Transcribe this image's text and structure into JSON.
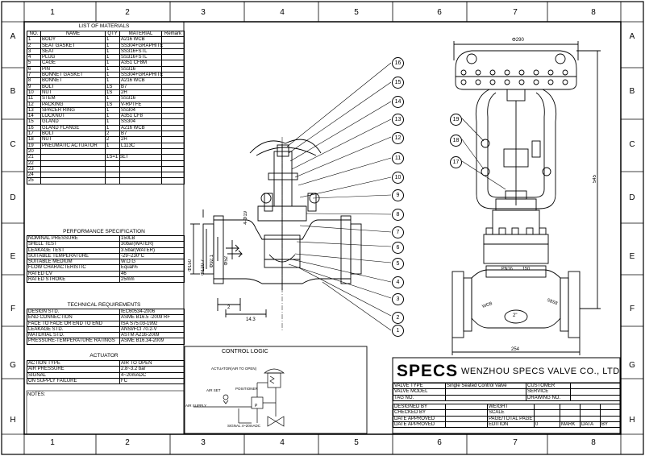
{
  "grid": {
    "columns": [
      "1",
      "2",
      "3",
      "4",
      "5",
      "6",
      "7",
      "8"
    ],
    "rows": [
      "A",
      "B",
      "C",
      "D",
      "E",
      "F",
      "G",
      "H"
    ]
  },
  "bom": {
    "title": "LIST OF MATERIALS",
    "headers": [
      "NO.",
      "NAME",
      "QTY",
      "MATERIAL",
      "Remark"
    ],
    "rows": [
      [
        "1",
        "BODY",
        "1",
        "A216 WCB",
        ""
      ],
      [
        "2",
        "SEAT GASKET",
        "1",
        "SS304+GRAPHITE",
        ""
      ],
      [
        "3",
        "SEAT",
        "1",
        "SS316+STL",
        ""
      ],
      [
        "4",
        "PLUG",
        "1",
        "SS316+STL",
        ""
      ],
      [
        "5",
        "CAGE",
        "1",
        "A351 CF8M",
        ""
      ],
      [
        "6",
        "PIN",
        "1",
        "SS316",
        ""
      ],
      [
        "7",
        "BONNET GASKET",
        "1",
        "SS304+GRAPHITE",
        ""
      ],
      [
        "8",
        "BONNET",
        "1",
        "A216 WCB",
        ""
      ],
      [
        "9",
        "BOLT",
        "1S",
        "B7",
        ""
      ],
      [
        "10",
        "NUT",
        "1S",
        "2H",
        ""
      ],
      [
        "11",
        "STEM",
        "1",
        "SS316",
        ""
      ],
      [
        "12",
        "PACKING",
        "1S",
        "V-RPTFE",
        ""
      ],
      [
        "13",
        "SPACER RING",
        "1",
        "SS304",
        ""
      ],
      [
        "14",
        "LOCKNUT",
        "1",
        "A351 CF8",
        ""
      ],
      [
        "15",
        "GLAND",
        "1",
        "SS304",
        ""
      ],
      [
        "16",
        "GLAND FLANGE",
        "1",
        "A216 WCB",
        ""
      ],
      [
        "17",
        "BOLT",
        "2",
        "B7",
        ""
      ],
      [
        "18",
        "NUT",
        "2",
        "2H",
        ""
      ],
      [
        "19",
        "PNEUMATIC ACTUATOR",
        "1",
        "L113C",
        ""
      ],
      [
        "20",
        "",
        "",
        "",
        ""
      ],
      [
        "21",
        "",
        "1S=1 SET",
        "",
        ""
      ],
      [
        "22",
        "",
        "",
        "",
        ""
      ],
      [
        "23",
        "",
        "",
        "",
        ""
      ],
      [
        "24",
        "",
        "",
        "",
        ""
      ],
      [
        "25",
        "",
        "",
        "",
        ""
      ]
    ]
  },
  "performance": {
    "title": "PERFORMANCE SPECIFICATION",
    "rows": [
      [
        "NOMINAL PRESSURE",
        "150LB"
      ],
      [
        "SHELL TEST",
        "30bar(WATER)"
      ],
      [
        "LEAKAGE TEST",
        "3.5bar(WATER)"
      ],
      [
        "SUITABLE TEMPERATURE",
        "-29~230°C"
      ],
      [
        "SUITABLE MEDIUM",
        "W.O.G"
      ],
      [
        "FLOW CHARACTERISTIC",
        "Equal%"
      ],
      [
        "RATED CV",
        "46"
      ],
      [
        "RATED STROKE",
        "25mm"
      ]
    ]
  },
  "technical": {
    "title": "TECHNICAL REQUIREMENTS",
    "rows": [
      [
        "DESIGN STD.",
        "IEC60534-2006"
      ],
      [
        "END CONNECTION",
        "ASME B16.5 -2009 RF"
      ],
      [
        "FACE TO FACE OR END TO END",
        "ISA S75.03-1992"
      ],
      [
        "LEAKAGE STD.",
        "ANSI/FCI 70.2-V"
      ],
      [
        "MATERIAL STD.",
        "ASTM A216-2009"
      ],
      [
        "PRESSURE-TEMPERATURE RATINGS",
        "ASME B16.34-2009"
      ]
    ]
  },
  "actuator": {
    "title": "ACTUATOR",
    "rows": [
      [
        "ACTION TYPE",
        "AIR TO OPEN"
      ],
      [
        "AIR PRESSURE",
        "2.8~3.2 bar"
      ],
      [
        "SIGNAL",
        "4~20mADC"
      ],
      [
        "ON SUPPLY FAILURE",
        "FC"
      ]
    ]
  },
  "notes_label": "NOTES:",
  "control_logic": {
    "title": "CONTROL LOGIC",
    "labels": {
      "actuator": "ACTUATOR(AIR TO OPEN)",
      "air_set": "AIR SET",
      "positioner": "POSITIONER",
      "air_supply": "AIR SUPPLY",
      "signal": "SIGNAL 4~20mADC",
      "p": "P"
    }
  },
  "section_view": {
    "balloons": [
      "16",
      "15",
      "14",
      "13",
      "12",
      "11",
      "10",
      "9",
      "8",
      "7",
      "6",
      "5",
      "4",
      "3",
      "2",
      "1"
    ],
    "dims": {
      "d1": "4-Φ19",
      "d2": "Φ150",
      "d3": "Φ120.7",
      "d4": "Φ92.1",
      "d5": "Φ52",
      "d6": "2",
      "d7": "14.3"
    }
  },
  "exterior_view": {
    "balloons": [
      "19",
      "18",
      "17"
    ],
    "dims": {
      "top": "Φ290",
      "height": "545",
      "width": "254"
    },
    "plate": {
      "pn": "PN16",
      "size": "150"
    },
    "body_marks": {
      "left": "WCB",
      "right": "S8S8",
      "center": "2\""
    }
  },
  "title_block": {
    "logo": "SPECS",
    "company": "WENZHOU SPECS VALVE CO., LTD",
    "rows": [
      [
        "VALVE TYPE",
        "Single Seated Control Valve",
        "CUSTOMER",
        ""
      ],
      [
        "VALVE MODEL",
        "",
        "SERVICE",
        ""
      ],
      [
        "TAG NO.",
        "",
        "DRAWING NO.",
        ""
      ]
    ],
    "sign_rows": [
      [
        "DESIGNED BY",
        "",
        "WEIGHT",
        ""
      ],
      [
        "CHECKED BY",
        "",
        "SCALE",
        ""
      ],
      [
        "DATE APPROVED",
        "",
        "PAGE/TOTAL PAGE",
        ""
      ],
      [
        "DATE APPROVED",
        "",
        "EDITION",
        "0"
      ]
    ],
    "rev": [
      "MARK",
      "DATA",
      "BY"
    ]
  }
}
